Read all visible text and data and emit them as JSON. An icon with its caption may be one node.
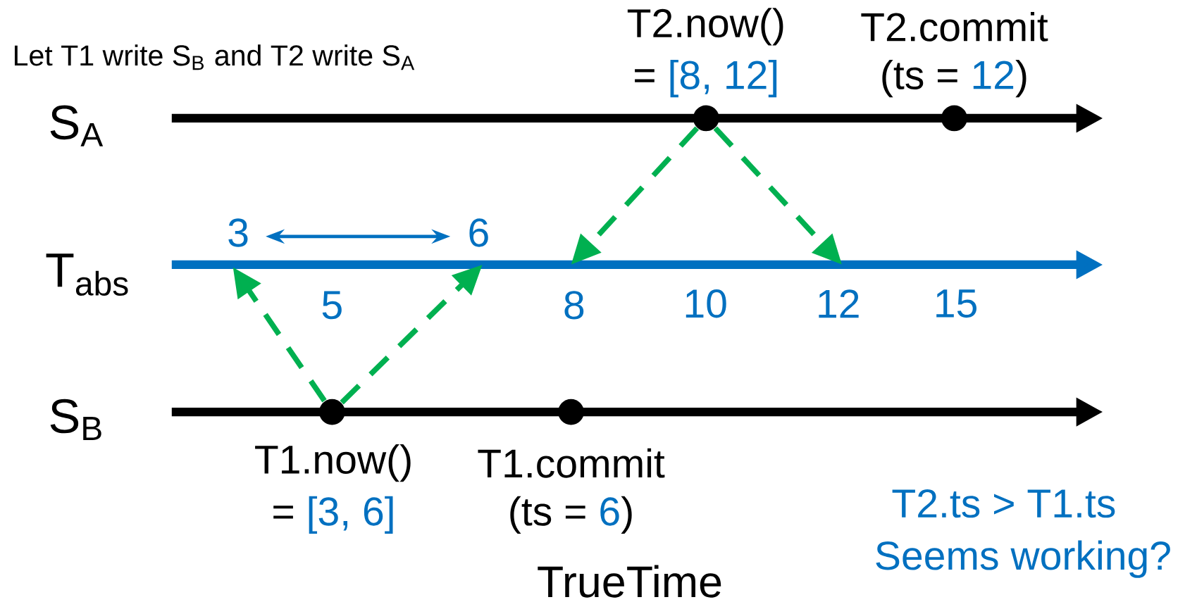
{
  "diagram": {
    "caption": "TrueTime",
    "nodes": [
      {
        "text": [],
        "shape": "circle",
        "beside": [
          "T2.now()",
          "=",
          "[8, 12]"
        ]
      },
      {
        "text": [],
        "shape": "circle",
        "beside": [
          "T2.commit",
          "(ts =",
          "12",
          ")"
        ]
      },
      {
        "text": [],
        "shape": "circle",
        "beside": [
          "T1.now()",
          "=",
          "[3, 6]"
        ]
      },
      {
        "text": [],
        "shape": "circle",
        "beside": [
          "T1.commit",
          "(ts =",
          "6",
          ")"
        ]
      }
    ],
    "edges": [
      {
        "from": 0,
        "to": null,
        "arrow": "to",
        "style": "dashed",
        "color": "#00b050"
      },
      {
        "from": 0,
        "to": null,
        "arrow": "to",
        "style": "dashed",
        "color": "#00b050"
      },
      {
        "from": 2,
        "to": null,
        "arrow": "to",
        "style": "dashed",
        "color": "#00b050"
      },
      {
        "from": 2,
        "to": null,
        "arrow": "to",
        "style": "dashed",
        "color": "#00b050"
      }
    ],
    "labels": [
      "Let T1 write S$_{B}$ and T2 write S$_{A}$",
      "S$_{A}$",
      "T$_{abs}$",
      "S$_{B}$",
      "3",
      "6",
      "5",
      "8",
      "10",
      "12",
      "15",
      "T2.ts > T1.ts",
      "Seems working?"
    ]
  }
}
